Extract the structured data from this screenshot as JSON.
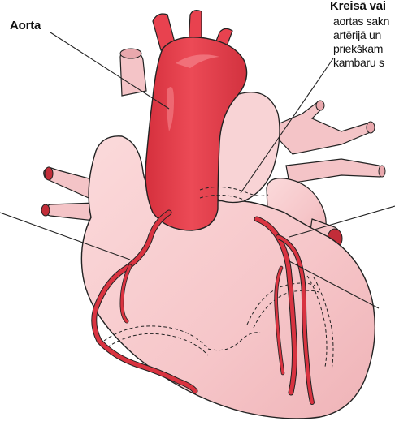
{
  "labels": {
    "aorta": "Aorta",
    "left_title": "Kreisā vai",
    "left_desc_1": "aortas sakn",
    "left_desc_2": "artērijā un",
    "left_desc_3": "priekškam",
    "left_desc_4": "kambaru s"
  },
  "colors": {
    "aorta_fill": "#e8424f",
    "aorta_dark": "#c42a36",
    "artery": "#d93340",
    "heart_fill": "#f6c9cb",
    "heart_shade": "#eeb1b5",
    "outline": "#222222"
  }
}
